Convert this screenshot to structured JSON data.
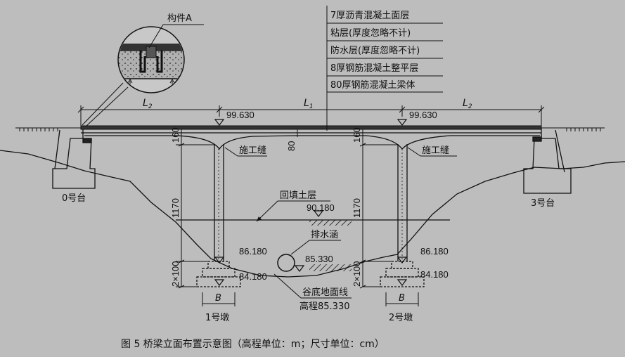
{
  "layers": [
    "7厚沥青混凝土面层",
    "粘层(厚度忽略不计)",
    "防水层(厚度忽略不计)",
    "8厚钢筋混凝土整平层",
    "80厚钢筋混凝土梁体"
  ],
  "component_label": "构件A",
  "span": {
    "side_left": "L",
    "side_sub": "2",
    "middle": "L",
    "middle_sub": "1",
    "side_right": "L",
    "side_right_sub": "2"
  },
  "elevations": {
    "deck_left": "99.630",
    "deck_right": "99.630",
    "backfill": "90.180",
    "pier1_top": "86.180",
    "pier1_bottom": "84.180",
    "pier2_top": "86.180",
    "pier2_bottom": "84.180",
    "culvert": "85.330"
  },
  "dims": {
    "girder_left": "160",
    "girder_right": "160",
    "mid": "80",
    "pier_left": "1170",
    "pier_right": "1170",
    "footing_left": "2×100",
    "footing_right": "2×100",
    "b_left": "B",
    "b_right": "B"
  },
  "labels": {
    "joint_left": "施工缝",
    "joint_right": "施工缝",
    "backfill": "回填土层",
    "culvert": "排水涵",
    "valley_line": "谷底地面线",
    "valley_elev": "高程85.330",
    "abutment0": "0号台",
    "abutment3": "3号台",
    "pier1": "1号墩",
    "pier2": "2号墩"
  },
  "caption": "图 5    桥梁立面布置示意图（高程单位：m；尺寸单位：cm）"
}
